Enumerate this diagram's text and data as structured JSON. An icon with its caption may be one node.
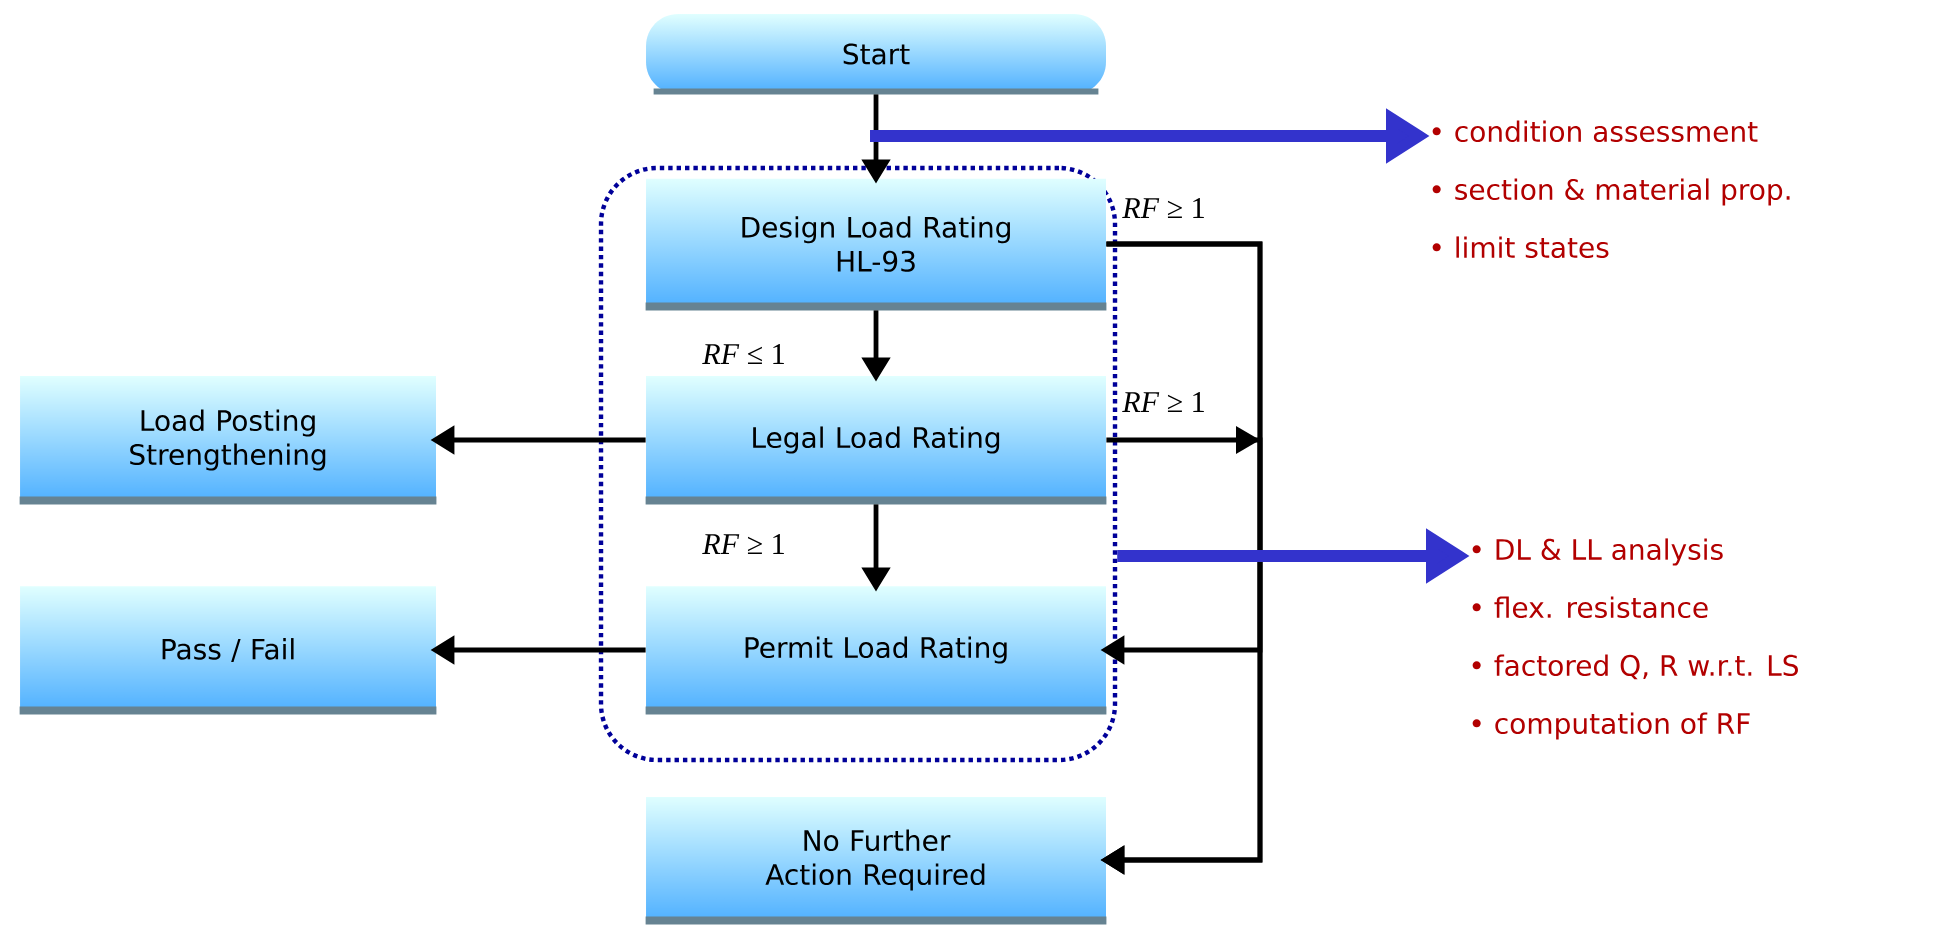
{
  "diagram": {
    "nodes": [
      {
        "text": [
          "Start"
        ]
      },
      {
        "text": [],
        "shape": "box"
      },
      {
        "text": [
          "Design Load Rating",
          "HL-93"
        ],
        "in": 1
      },
      {
        "text": [
          "Legal Load Rating"
        ],
        "in": 1
      },
      {
        "text": [
          "Permit Load Rating"
        ],
        "in": 1
      },
      {
        "text": [
          "Load Posting Strengthening"
        ]
      },
      {
        "text": [
          "Pass / Fail"
        ]
      },
      {
        "text": [
          "No Further Action Required"
        ]
      },
      {
        "text": [
          "• condition assessment",
          "• section & material prop.",
          "• limit states"
        ]
      },
      {
        "text": [
          "• DL & LL analysis",
          "• flex. resistance",
          "• factored Q, R w.r.t. LS",
          "• computation of RF"
        ]
      }
    ],
    "edges": [
      {
        "from": 0,
        "to": 2,
        "arrow": "to"
      },
      {
        "from": null,
        "to": 8,
        "arrow": "to",
        "style": "thick",
        "color": "#3333cc"
      },
      {
        "from": 2,
        "to": 3,
        "arrow": "to",
        "label": "*RF* ≤ 1"
      },
      {
        "from": 2,
        "to": 4,
        "arrow": "to",
        "label": "*RF* ≥ 1"
      },
      {
        "from": 2,
        "to": 7,
        "arrow": "to"
      },
      {
        "from": 3,
        "to": 5,
        "arrow": "to"
      },
      {
        "from": 3,
        "to": 4,
        "arrow": "to",
        "label": "*RF* ≥ 1"
      },
      {
        "from": 3,
        "to": 7,
        "arrow": "to",
        "label": "*RF* ≥ 1"
      },
      {
        "from": 4,
        "to": 6,
        "arrow": "to"
      },
      {
        "from": 1,
        "to": 9,
        "arrow": "to",
        "style": "thick",
        "color": "#3333cc"
      }
    ]
  }
}
